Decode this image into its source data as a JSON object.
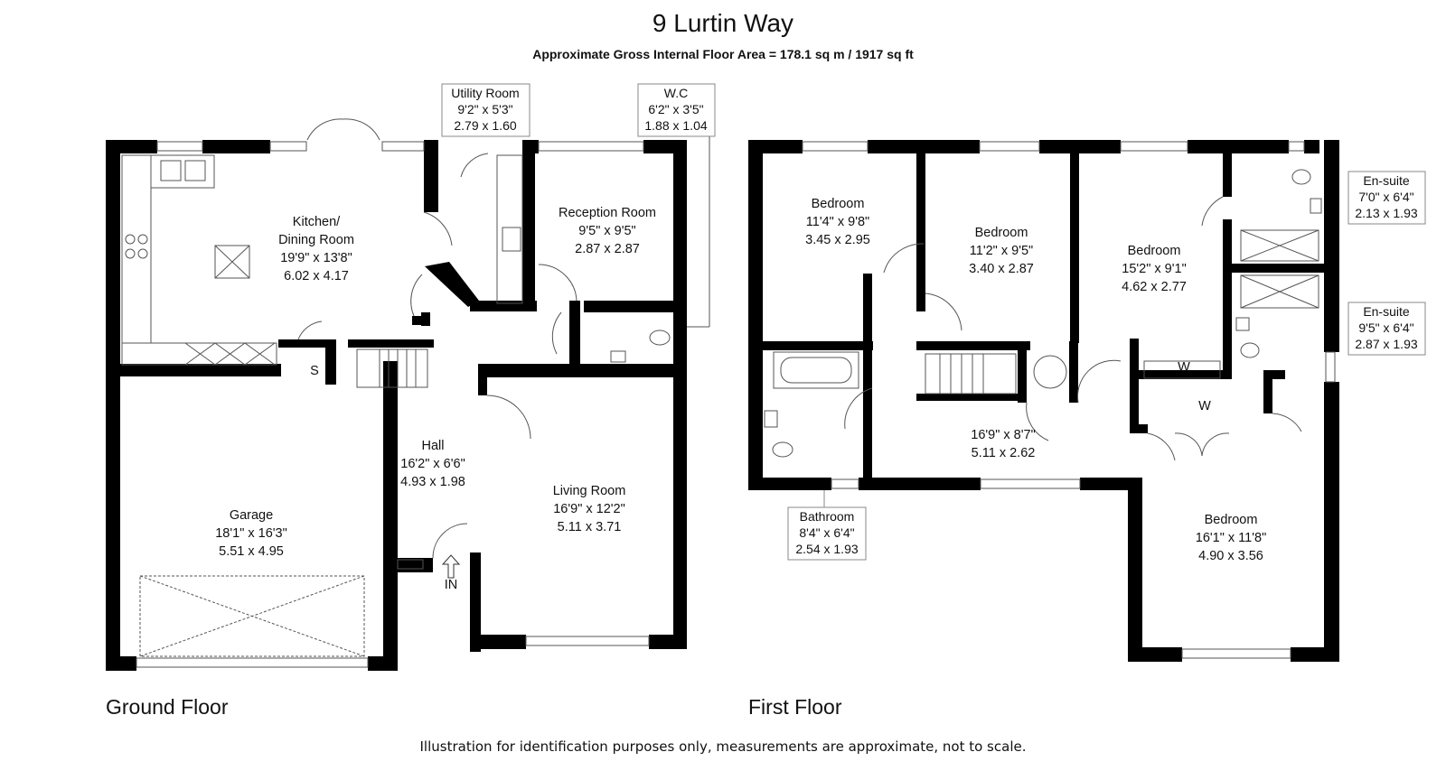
{
  "header": {
    "title": "9 Lurtin Way",
    "subtitle": "Approximate Gross Internal Floor Area = 178.1 sq m / 1917 sq ft"
  },
  "floors": {
    "ground": "Ground Floor",
    "first": "First Floor"
  },
  "rooms": {
    "kitchen": {
      "name1": "Kitchen/",
      "name2": "Dining Room",
      "imperial": "19'9\" x 13'8\"",
      "metric": "6.02 x 4.17"
    },
    "utility": {
      "name": "Utility Room",
      "imperial": "9'2\" x 5'3\"",
      "metric": "2.79 x 1.60"
    },
    "wc": {
      "name": "W.C",
      "imperial": "6'2\" x 3'5\"",
      "metric": "1.88 x 1.04"
    },
    "reception": {
      "name": "Reception Room",
      "imperial": "9'5\" x 9'5\"",
      "metric": "2.87 x 2.87"
    },
    "store": {
      "name": "S"
    },
    "hall": {
      "name": "Hall",
      "imperial": "16'2\" x 6'6\"",
      "metric": "4.93 x 1.98"
    },
    "garage": {
      "name": "Garage",
      "imperial": "18'1\" x 16'3\"",
      "metric": "5.51 x 4.95"
    },
    "living": {
      "name": "Living Room",
      "imperial": "16'9\" x 12'2\"",
      "metric": "5.11 x 3.71"
    },
    "entrance": {
      "name": "IN"
    },
    "bedroom1": {
      "name": "Bedroom",
      "imperial": "11'4\" x 9'8\"",
      "metric": "3.45 x 2.95"
    },
    "bedroom2": {
      "name": "Bedroom",
      "imperial": "11'2\" x 9'5\"",
      "metric": "3.40 x 2.87"
    },
    "bedroom3": {
      "name": "Bedroom",
      "imperial": "15'2\" x 9'1\"",
      "metric": "4.62 x 2.77"
    },
    "ensuite1": {
      "name": "En-suite",
      "imperial": "7'0\" x 6'4\"",
      "metric": "2.13 x 1.93"
    },
    "ensuite2": {
      "name": "En-suite",
      "imperial": "9'5\" x 6'4\"",
      "metric": "2.87 x 1.93"
    },
    "landing": {
      "imperial": "16'9\" x 8'7\"",
      "metric": "5.11 x 2.62"
    },
    "bathroom": {
      "name": "Bathroom",
      "imperial": "8'4\" x 6'4\"",
      "metric": "2.54 x 1.93"
    },
    "bedroom4": {
      "name": "Bedroom",
      "imperial": "16'1\" x 11'8\"",
      "metric": "4.90 x 3.56"
    },
    "wardrobe1": {
      "name": "W"
    },
    "wardrobe2": {
      "name": "W"
    }
  },
  "footer": {
    "disclaimer": "Illustration for identification purposes only, measurements are approximate, not to scale."
  }
}
